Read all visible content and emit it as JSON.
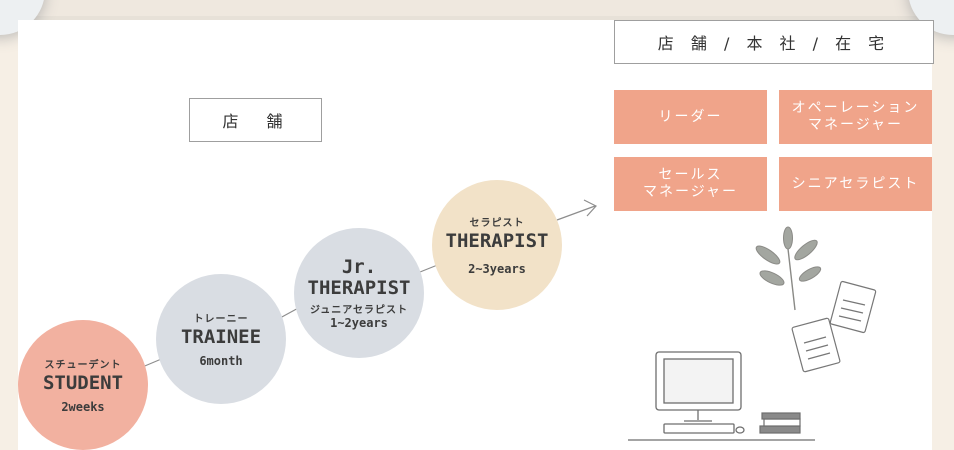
{
  "boxes": {
    "store": "店　舗",
    "store_hq_home": "店 舗 / 本 社 / 在 宅"
  },
  "roles": [
    {
      "label": "リーダー"
    },
    {
      "label": "オペーレーション\nマネージャー"
    },
    {
      "label": "セールス\nマネージャー"
    },
    {
      "label": "シニアセラピスト"
    }
  ],
  "steps": [
    {
      "jp": "スチューデント",
      "en": "STUDENT",
      "duration": "2weeks"
    },
    {
      "jp": "トレーニー",
      "en": "TRAINEE",
      "duration": "6month"
    },
    {
      "jp": "",
      "en_line1": "Jr.",
      "en_line2": "THERAPIST",
      "sub": "ジュニアセラピスト",
      "duration": "1~2years"
    },
    {
      "jp": "セラピスト",
      "en": "THERAPIST",
      "duration": "2~3years"
    }
  ],
  "colors": {
    "student": "#f2b1a0",
    "trainee": "#d9dde3",
    "jr_therapist": "#d9dde3",
    "therapist": "#f2e2c8",
    "role": "#f0a48a"
  },
  "illustration": {
    "icons": [
      "plant-sprig-icon",
      "notepad-icon",
      "computer-monitor-icon",
      "book-stack-icon"
    ]
  }
}
